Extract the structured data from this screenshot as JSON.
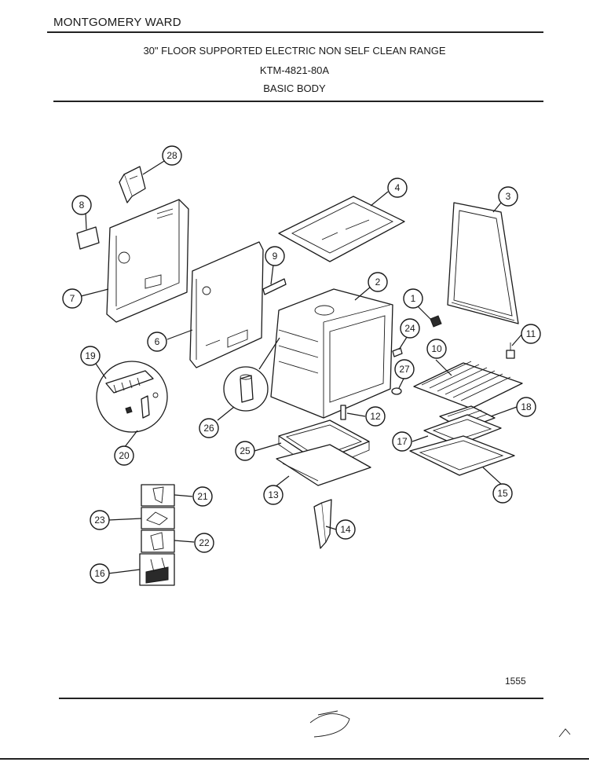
{
  "header": {
    "brand": "MONTGOMERY WARD",
    "title": "30\" FLOOR SUPPORTED ELECTRIC NON SELF CLEAN RANGE",
    "model": "KTM-4821-80A",
    "section": "BASIC BODY"
  },
  "footer": {
    "page_number": "1555"
  },
  "callouts": [
    "1",
    "2",
    "3",
    "4",
    "6",
    "7",
    "8",
    "9",
    "10",
    "11",
    "12",
    "13",
    "14",
    "15",
    "16",
    "17",
    "18",
    "19",
    "20",
    "21",
    "22",
    "23",
    "24",
    "25",
    "26",
    "27",
    "28"
  ]
}
